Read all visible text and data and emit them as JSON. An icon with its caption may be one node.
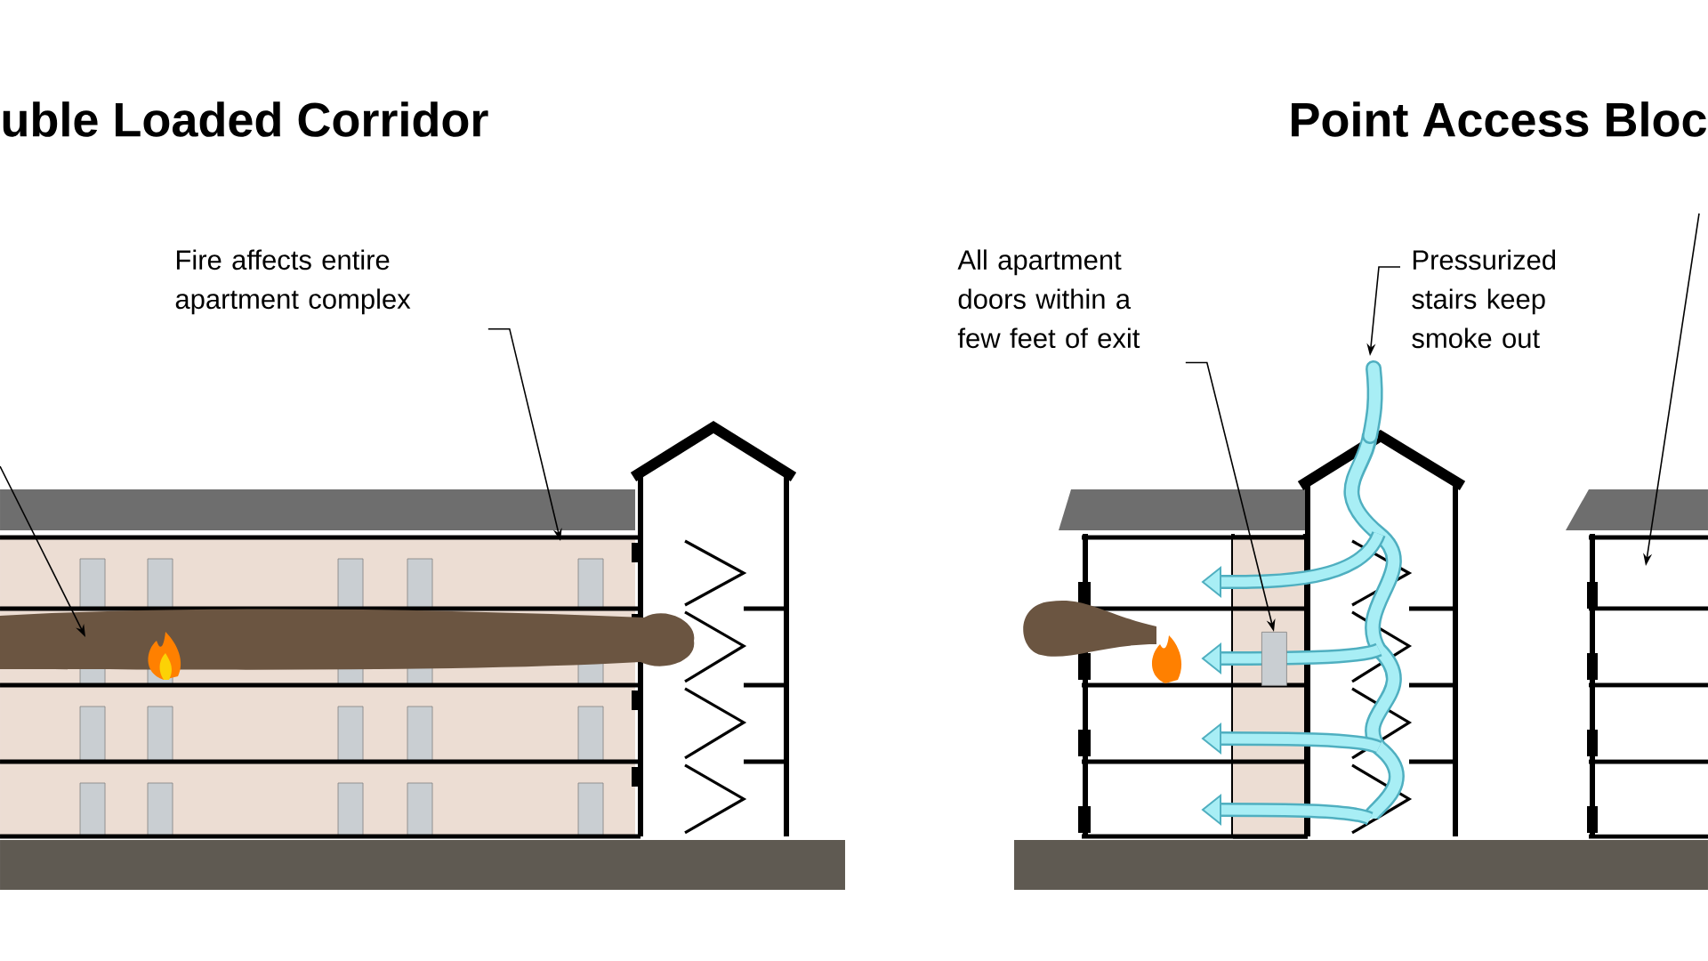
{
  "diagram": {
    "nodes": [
      {
        "text": [
          "Fire affects entire apartment complex"
        ]
      },
      {
        "text": [],
        "shape": "picture"
      },
      {
        "text": [],
        "shape": "picture"
      },
      {
        "text": [
          "All apartment doors within a few feet of exit"
        ]
      },
      {
        "text": [],
        "shape": "box"
      },
      {
        "text": [
          "Pressurized stairs keep smoke out"
        ]
      },
      {
        "text": [],
        "shape": "picture"
      },
      {
        "text": [],
        "shape": "picture"
      }
    ],
    "edges": [
      {
        "from": 0,
        "to": 1,
        "arrow": "to"
      },
      {
        "from": null,
        "to": 2,
        "arrow": "to"
      },
      {
        "from": 3,
        "to": 4,
        "arrow": "to"
      },
      {
        "from": 5,
        "to": 6,
        "arrow": "to"
      },
      {
        "from": null,
        "to": 7,
        "arrow": "to"
      }
    ],
    "labels": [
      "uble Loaded Corridor",
      "Point Access Bloc"
    ]
  }
}
